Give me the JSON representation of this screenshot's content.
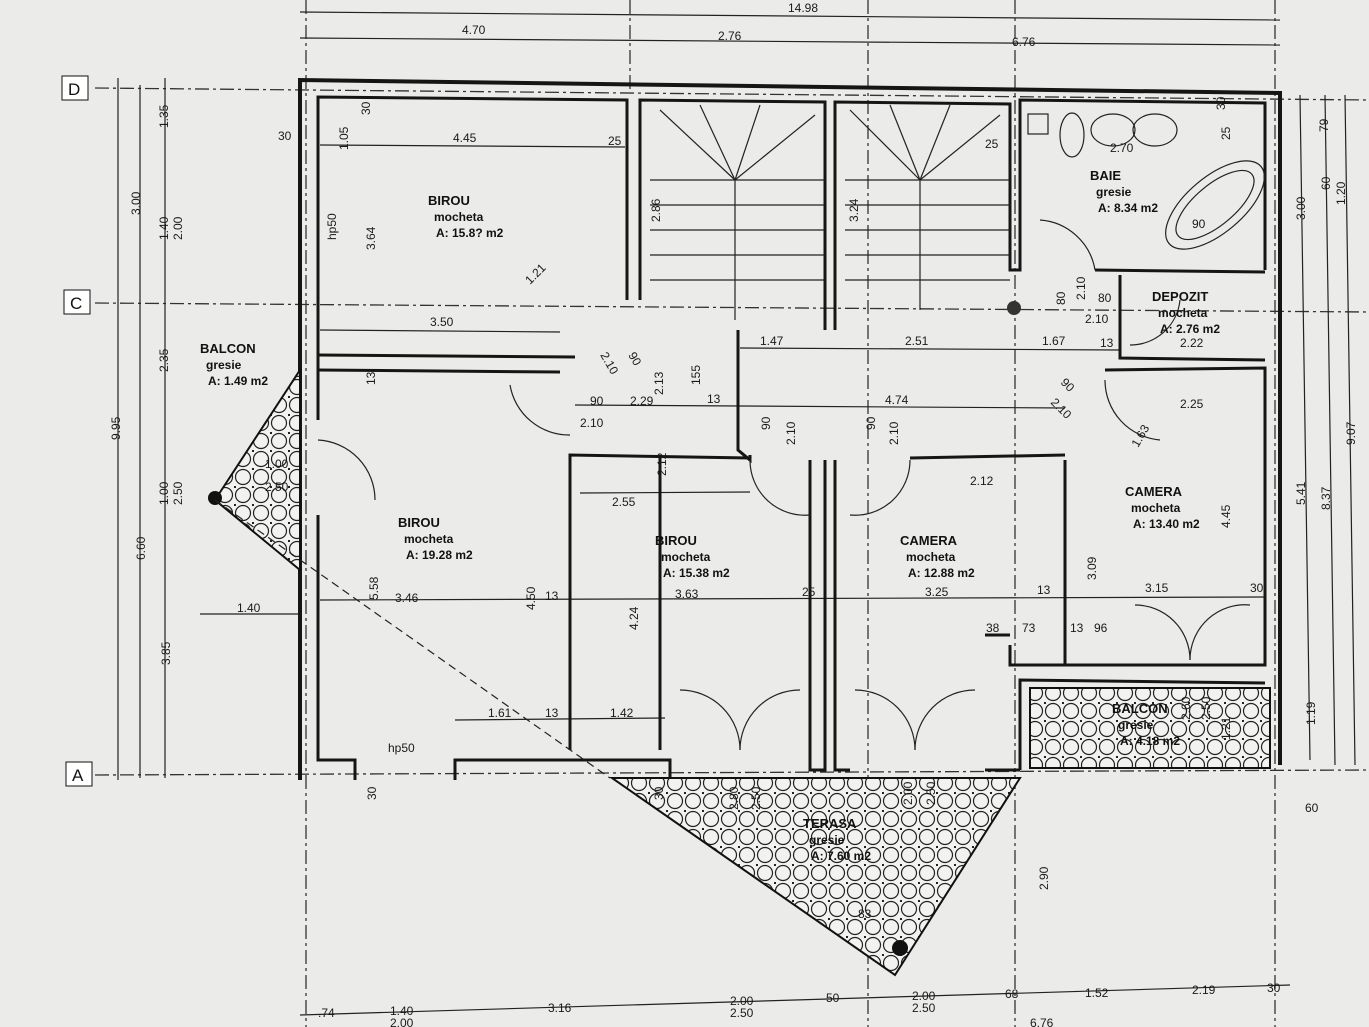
{
  "axes": [
    "D",
    "C",
    "A"
  ],
  "rooms": [
    {
      "name": "BIROU",
      "floor": "mocheta",
      "area": "A: 15.8? m2"
    },
    {
      "name": "BIROU",
      "floor": "mocheta",
      "area": "A: 19.28 m2"
    },
    {
      "name": "BIROU",
      "floor": "mocheta",
      "area": "A: 15.38 m2"
    },
    {
      "name": "CAMERA",
      "floor": "mocheta",
      "area": "A: 12.88 m2"
    },
    {
      "name": "CAMERA",
      "floor": "mocheta",
      "area": "A: 13.40 m2"
    },
    {
      "name": "BAIE",
      "floor": "gresie",
      "area": "A: 8.34 m2"
    },
    {
      "name": "DEPOZIT",
      "floor": "mocheta",
      "area": "A: 2.76 m2"
    },
    {
      "name": "BALCON",
      "floor": "gresie",
      "area": "A: 1.49 m2"
    },
    {
      "name": "BALCON",
      "floor": "gresie",
      "area": "A: 4.18 m2"
    },
    {
      "name": "TERASA",
      "floor": "gresie",
      "area": "A: 7.60 m2"
    }
  ],
  "dims_top": [
    "14.98",
    "4.70",
    "2.76",
    "6.76"
  ],
  "dims_bottom": [
    ".74",
    "1.40",
    "2.00",
    "3.16",
    "2.00",
    "2.50",
    "50",
    "2.00",
    "2.50",
    "68",
    "1.52",
    "2.19",
    "30",
    "6.76"
  ],
  "dims_left": [
    "1.35",
    "3.00",
    "1.40",
    "2.00",
    "2.35",
    "9.95",
    "1.00",
    "2.50",
    "6.60",
    "3.85"
  ],
  "dims_right": [
    "79",
    "60",
    "1.20",
    "3.00",
    "5.41",
    "8.37",
    "9.07",
    "1.19",
    "60"
  ],
  "dims_inner": [
    "30",
    "30",
    "1.05",
    "4.45",
    "25",
    "hp50",
    "3.64",
    "1.21",
    "3.50",
    "2.10",
    "90",
    "13",
    "2.13",
    "155",
    "90",
    "2.29",
    "13",
    "2.10",
    "4.74",
    "1.47",
    "2.51",
    "1.67",
    "13",
    "2.22",
    "80",
    "2.10",
    "80",
    "2.10",
    "90",
    "2.10",
    "2.25",
    "1.63",
    "90",
    "2.10",
    "90",
    "2.10",
    "2.12",
    "2.55",
    "2.12",
    "1.00",
    "2.50",
    "1.40",
    "3.46",
    "5.58",
    "4.50",
    "13",
    "3.63",
    "4.24",
    "25",
    "3.25",
    "13",
    "3.15",
    "30",
    "3.09",
    "4.45",
    "38",
    "73",
    "13",
    "96",
    "1.61",
    "13",
    "1.42",
    "hp50",
    "30",
    "30",
    "2.80",
    "2.50",
    "2.00",
    "2.50",
    "2.90",
    "83",
    "2.86",
    "3.24",
    "25",
    "30",
    "2.70",
    "2.60",
    "2.50",
    "1.21",
    "90",
    "25"
  ]
}
